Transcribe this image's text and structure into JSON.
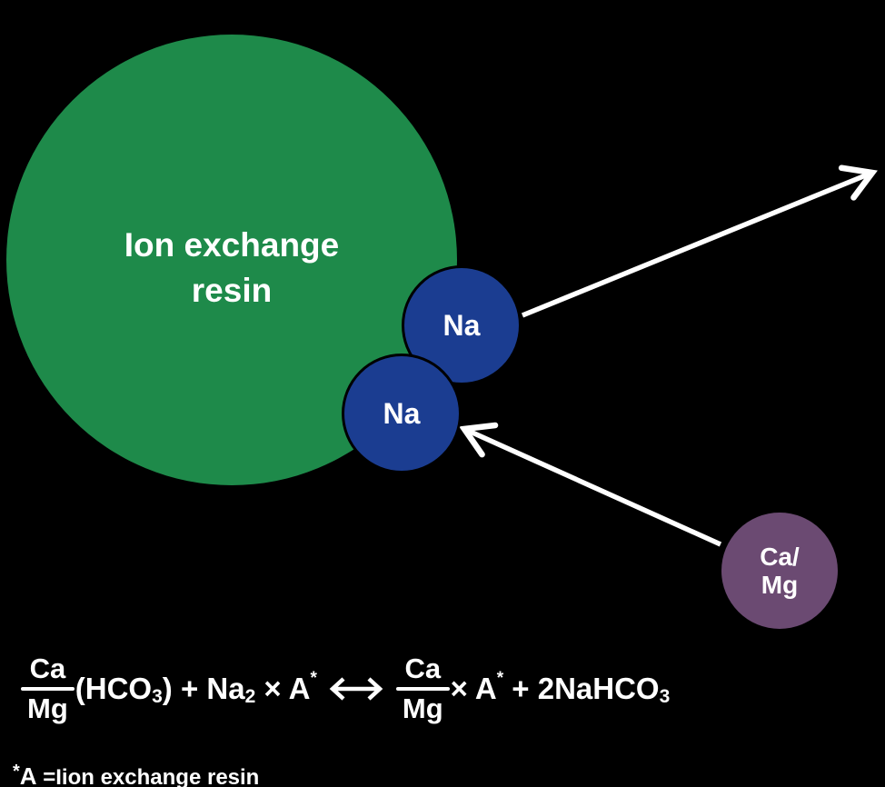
{
  "colors": {
    "background": "#000000",
    "resin_green": "#1e8a4a",
    "sodium_blue": "#1b3d91",
    "hardness_purple": "#6b4a72",
    "text_white": "#ffffff"
  },
  "diagram": {
    "resin_label_line1": "Ion exchange",
    "resin_label_line2": "resin",
    "sodium_top_label": "Na",
    "sodium_bottom_label": "Na",
    "hardness_label_line1": "Ca/",
    "hardness_label_line2": "Mg"
  },
  "equation": {
    "frac1_num": "Ca",
    "frac1_den": "Mg",
    "seg1": "(HCO",
    "seg1_sub": "3",
    "seg2": ") + Na",
    "seg2_sub": "2",
    "seg3": " × A",
    "seg3_sup": "*",
    "frac2_num": "Ca",
    "frac2_den": "Mg",
    "seg4": "× A",
    "seg4_sup": "*",
    "seg5": " + 2NaHCO",
    "seg5_sub": "3"
  },
  "footnote": {
    "sup": "*",
    "term": "A",
    "definition": " =Iion exchange resin"
  }
}
